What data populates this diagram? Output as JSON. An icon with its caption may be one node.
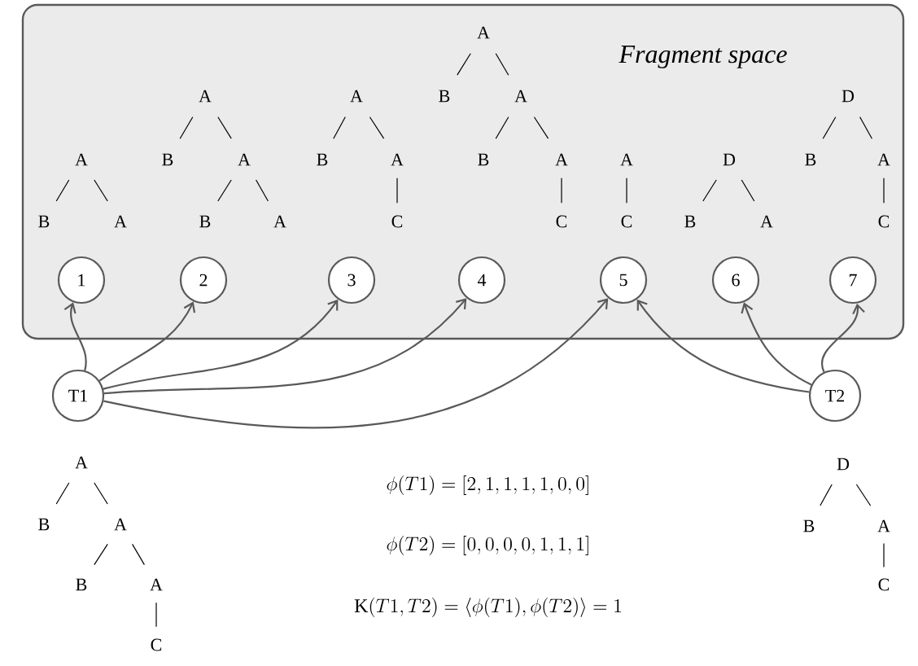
{
  "diagram": {
    "nodes": [
      {
        "text": [
          "Fragment space"
        ]
      },
      {
        "text": [
          "1"
        ],
        "in": 0
      },
      {
        "text": [
          "2"
        ],
        "in": 0
      },
      {
        "text": [
          "3"
        ],
        "in": 0
      },
      {
        "text": [
          "4"
        ],
        "in": 0
      },
      {
        "text": [
          "5"
        ],
        "in": 0
      },
      {
        "text": [
          "6"
        ],
        "in": 0
      },
      {
        "text": [
          "7"
        ],
        "in": 0
      },
      {
        "text": [
          "T1"
        ]
      },
      {
        "text": [
          "T2"
        ]
      }
    ],
    "edges": [
      {
        "from": 8,
        "to": 1,
        "arrow": "to"
      },
      {
        "from": 8,
        "to": 2,
        "arrow": "to"
      },
      {
        "from": 8,
        "to": 3,
        "arrow": "to"
      },
      {
        "from": 8,
        "to": 4,
        "arrow": "to"
      },
      {
        "from": 8,
        "to": 5,
        "arrow": "to"
      },
      {
        "from": 9,
        "to": 5,
        "arrow": "to"
      },
      {
        "from": 9,
        "to": 6,
        "arrow": "to"
      },
      {
        "from": 9,
        "to": 7,
        "arrow": "to"
      }
    ],
    "labels": [
      "A",
      "B",
      "A",
      "A",
      "B",
      "A",
      "B",
      "A",
      "A",
      "B",
      "A",
      "C",
      "A",
      "B",
      "A",
      "B",
      "A",
      "C",
      "A",
      "C",
      "D",
      "B",
      "A",
      "D",
      "B",
      "A",
      "C",
      "A",
      "B",
      "A",
      "B",
      "A",
      "C",
      "\\phi(T1) = [2, 1, 1, 1, 1, 0, 0]",
      "\\phi(T2) = [0, 0, 0, 0, 1, 1, 1]",
      "\\mathrm{K}(T1, T2) = \\langle \\phi(T1), \\phi(T2) \\rangle = 1",
      "D",
      "B",
      "A",
      "C"
    ]
  }
}
